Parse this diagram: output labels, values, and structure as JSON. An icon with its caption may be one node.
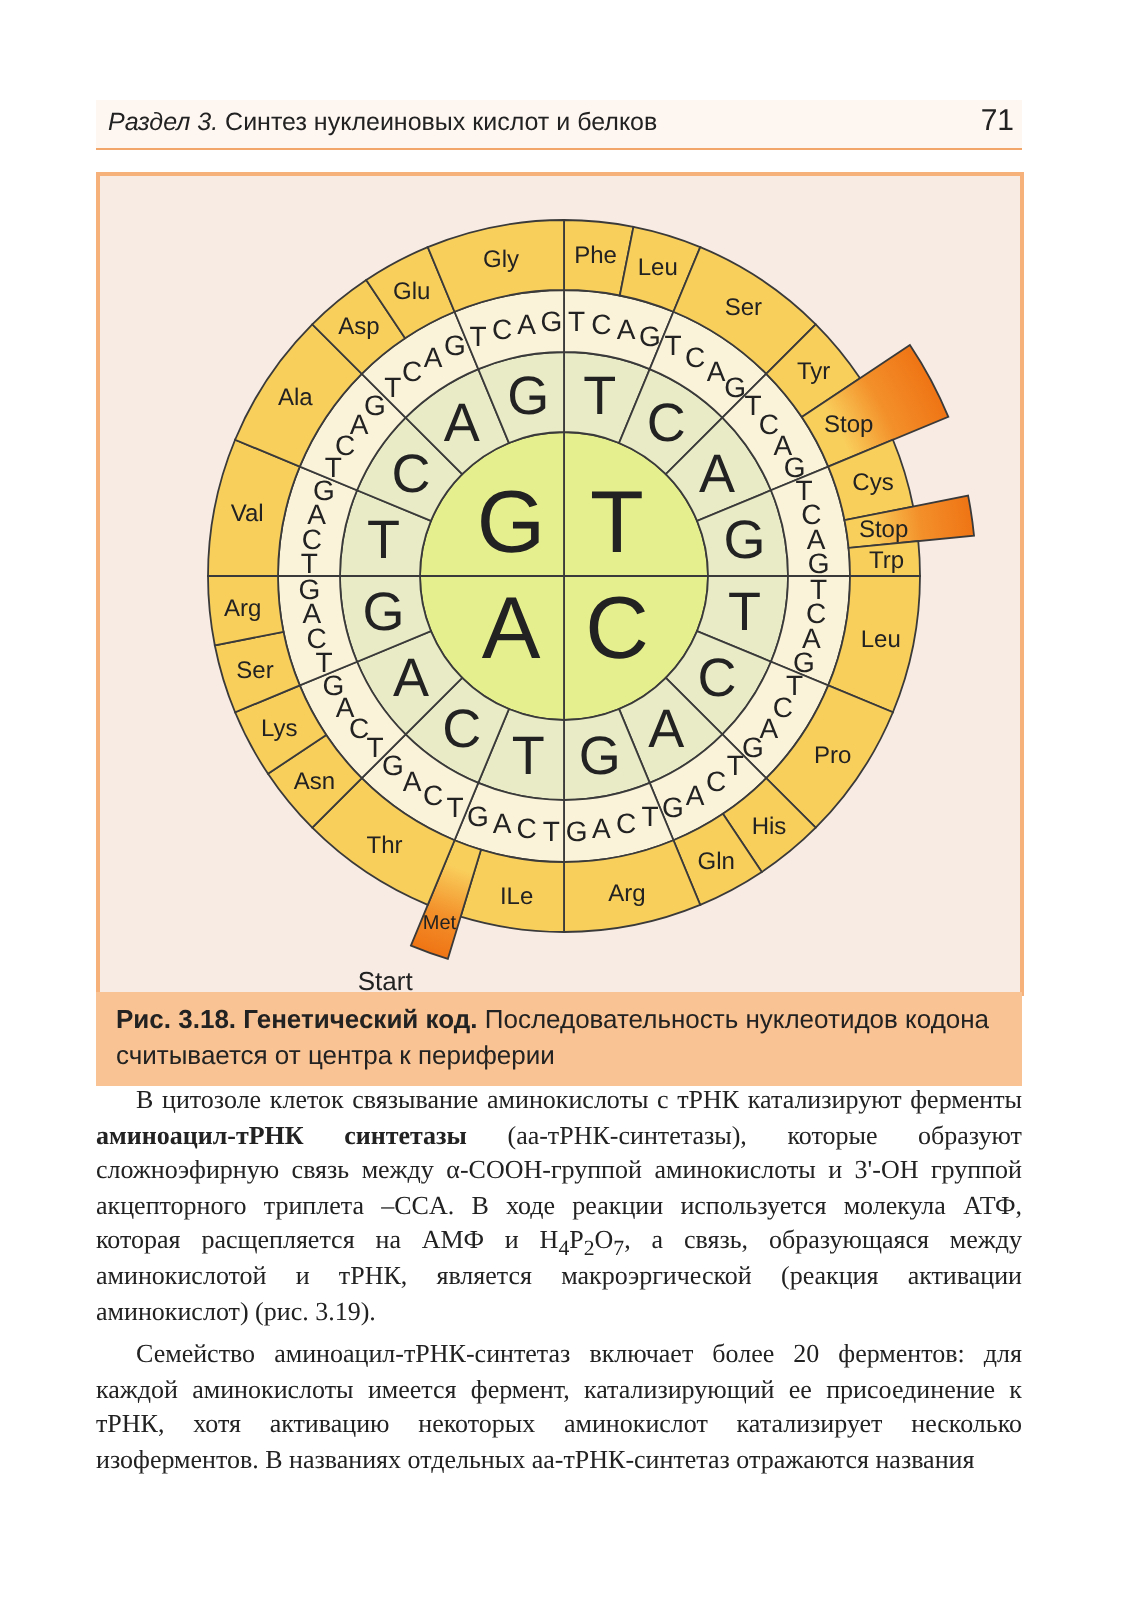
{
  "diagram": {
    "caption": "**Рис. 3.18. Генетический код.** Последовательность нуклеотидов кодона считывается от центра к периферии",
    "nodes": [
      {
        "text": [
          "T"
        ]
      },
      {
        "text": [
          "C"
        ]
      },
      {
        "text": [
          "A"
        ]
      },
      {
        "text": [
          "G"
        ]
      },
      {
        "text": [
          "T"
        ]
      },
      {
        "text": [
          "C"
        ]
      },
      {
        "text": [
          "A"
        ]
      },
      {
        "text": [
          "G"
        ]
      },
      {
        "text": [
          "T"
        ]
      },
      {
        "text": [
          "C"
        ]
      },
      {
        "text": [
          "A"
        ]
      },
      {
        "text": [
          "G"
        ]
      },
      {
        "text": [
          "T"
        ]
      },
      {
        "text": [
          "C"
        ]
      },
      {
        "text": [
          "A"
        ]
      },
      {
        "text": [
          "G"
        ]
      },
      {
        "text": [
          "T"
        ]
      },
      {
        "text": [
          "C"
        ]
      },
      {
        "text": [
          "A"
        ]
      },
      {
        "text": [
          "G"
        ]
      },
      {
        "text": [
          "TCAG"
        ]
      },
      {
        "text": [
          "TCAG"
        ]
      },
      {
        "text": [
          "TCAG"
        ]
      },
      {
        "text": [
          "TCAG"
        ]
      },
      {
        "text": [
          "TCAG"
        ]
      },
      {
        "text": [
          "TCAG"
        ]
      },
      {
        "text": [
          "TCAG"
        ]
      },
      {
        "text": [
          "TCAG"
        ]
      },
      {
        "text": [
          "TCAG"
        ]
      },
      {
        "text": [
          "TCAG"
        ]
      },
      {
        "text": [
          "TCAG"
        ]
      },
      {
        "text": [
          "TCAG"
        ]
      },
      {
        "text": [
          "TCAG"
        ]
      },
      {
        "text": [
          "TCAG"
        ]
      },
      {
        "text": [
          "TCAG"
        ]
      },
      {
        "text": [
          "TCAG"
        ]
      },
      {
        "text": [
          "Phe"
        ]
      },
      {
        "text": [
          "Leu"
        ]
      },
      {
        "text": [
          "Ser"
        ]
      },
      {
        "text": [
          "Tyr"
        ]
      },
      {
        "text": [
          "Stop"
        ]
      },
      {
        "text": [
          "Cys"
        ]
      },
      {
        "text": [
          "Stop"
        ]
      },
      {
        "text": [
          "Trp"
        ]
      },
      {
        "text": [
          "Leu"
        ]
      },
      {
        "text": [
          "Pro"
        ]
      },
      {
        "text": [
          "His"
        ]
      },
      {
        "text": [
          "Gln"
        ]
      },
      {
        "text": [
          "Arg"
        ]
      },
      {
        "text": [
          "ILe"
        ]
      },
      {
        "text": [
          "Met"
        ],
        "beside": [
          "Start"
        ]
      },
      {
        "text": [
          "Thr"
        ]
      },
      {
        "text": [
          "Asn"
        ]
      },
      {
        "text": [
          "Lys"
        ]
      },
      {
        "text": [
          "Ser"
        ]
      },
      {
        "text": [
          "Arg"
        ]
      },
      {
        "text": [
          "Val"
        ]
      },
      {
        "text": [
          "Ala"
        ]
      },
      {
        "text": [
          "Asp"
        ]
      },
      {
        "text": [
          "Glu"
        ]
      },
      {
        "text": [
          "Gly"
        ]
      }
    ],
    "labels": [
      "*Раздел 3.* Синтез нуклеиновых кислот и белков",
      "71",
      "В цитозоле клеток связывание аминокислоты с тРНК катализируют ферменты **аминоацил-тРНК синтетазы** (аа-тРНК-синтетазы), которые образуют сложноэфирную связь между α-COOH-группой аминокислоты и 3'-OH группой акцепторного триплета –CCA. В ходе реакции используется молекула АТФ, которая расщепляется на АМФ и H$_{4}$P$_{2}$O$_{7}$, а связь, образующаяся между аминокислотой и тРНК, является макроэргической (реакция активации аминокислот) (рис. 3.19).",
      "Семейство аминоацил-тРНК-синтетаз включает более 20 ферментов: для каждой аминокислоты имеется фермент, катализирующий ее присоединение к тРНК, хотя активацию некоторых аминокислот катализирует несколько изоферментов. В названиях отдельных аа-тРНК-синтетаз отражаются названия"
    ]
  }
}
